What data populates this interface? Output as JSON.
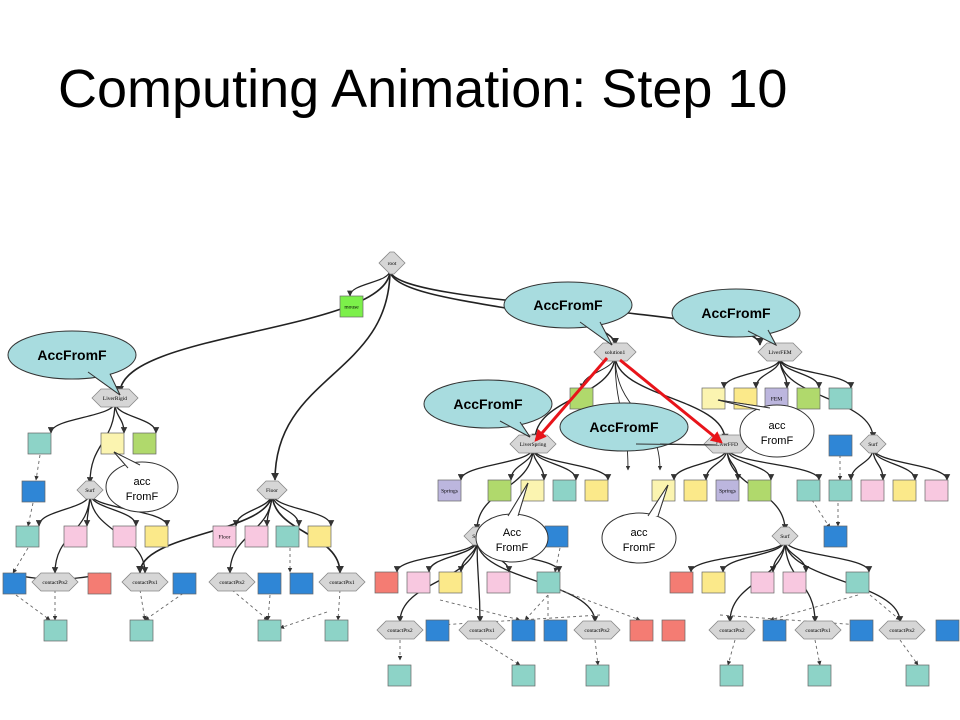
{
  "slide": {
    "title": "Computing Animation: Step 10"
  },
  "node_labels": {
    "root": "root",
    "mouse": "mouse",
    "liver_rigid": "LiverRigid",
    "solution": "solution1",
    "liver_fem": "LiverFEM",
    "liver_spring": "LiverSpring",
    "liver_ffd": "LiverFFD",
    "surf": "Surf",
    "floor": "Floor",
    "floor_box": "Floor",
    "springs": "Springs",
    "fem": "FEM",
    "contact_pts1": "contactPts1",
    "contact_pts2": "contactPts2"
  },
  "callouts": {
    "big": "AccFromF",
    "small_lower": "acc",
    "small_upper": "Acc",
    "small_second": "FromF"
  },
  "colors": {
    "callout_fill": "#a8dcdf",
    "hex_fill": "#d6d6d6",
    "teal": "#8dd3c7",
    "blue": "#2f86d6",
    "pink": "#f8c8e0",
    "yellow": "#fbe98a",
    "light_yellow": "#fbf4b0",
    "green": "#b0d96c",
    "salmon": "#f47c73",
    "purple": "#bcb6de",
    "lime": "#7cf04a",
    "highlight": "#e8141a"
  }
}
